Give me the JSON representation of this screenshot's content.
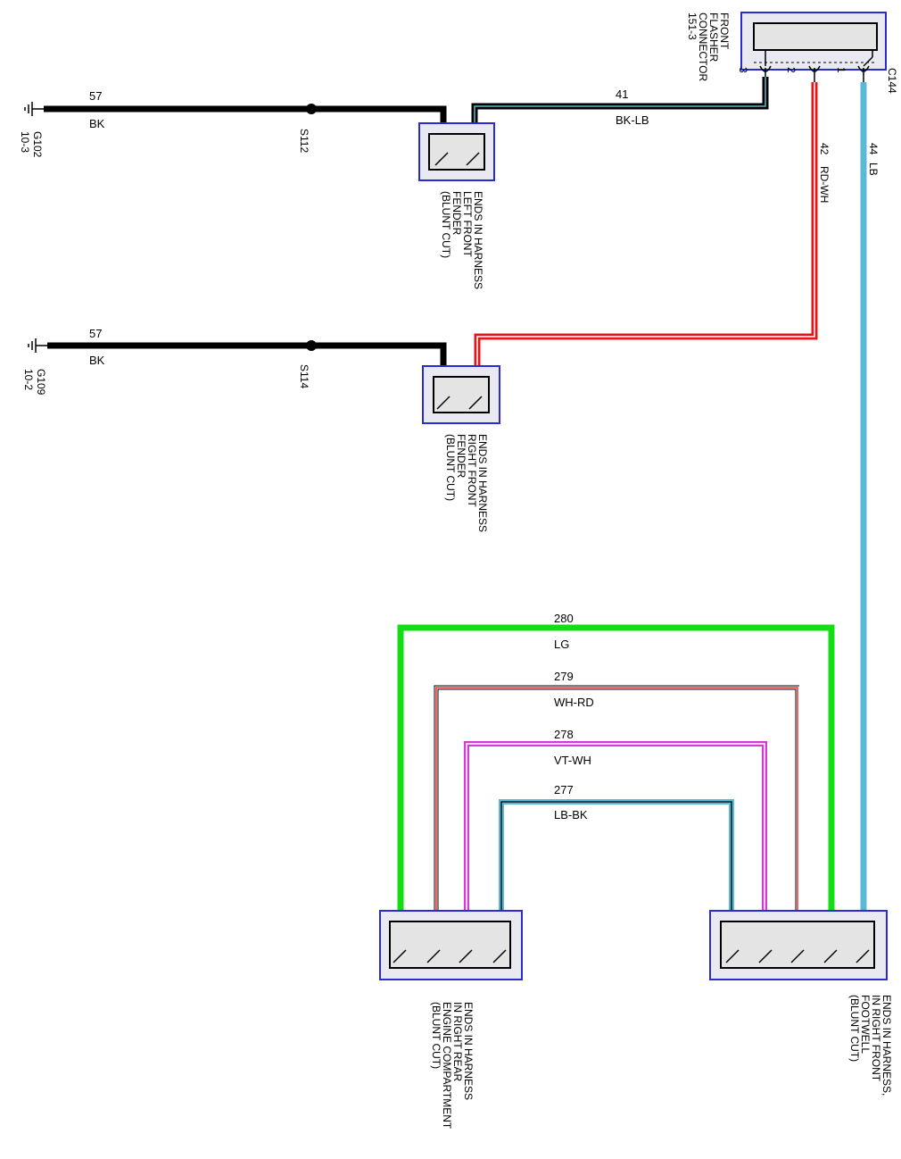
{
  "colors": {
    "BK": "#000000",
    "LB": "#5bb8d6",
    "RD": "#e01818",
    "WH": "#ffffff",
    "LG": "#14dd14",
    "VT": "#d23cd2",
    "box_border": "#2b2bd6"
  },
  "grounds": {
    "g102": {
      "id": "G102",
      "page": "10-3"
    },
    "g109": {
      "id": "G109",
      "page": "10-2"
    }
  },
  "splices": {
    "s112": "S112",
    "s114": "S114"
  },
  "connector": {
    "title_lines": [
      "FRONT",
      "FLASHER",
      "CONNECTOR",
      "151-3"
    ],
    "id": "C144",
    "pins": [
      "3",
      "2",
      "1"
    ]
  },
  "wires": {
    "w57a": {
      "circuit": "57",
      "color": "BK"
    },
    "w57b": {
      "circuit": "57",
      "color": "BK"
    },
    "w41": {
      "circuit": "41",
      "color": "BK-LB"
    },
    "w42": {
      "circuit": "42",
      "color": "RD-WH"
    },
    "w44": {
      "circuit": "44",
      "color": "LB"
    },
    "w280": {
      "circuit": "280",
      "color": "LG"
    },
    "w279": {
      "circuit": "279",
      "color": "WH-RD"
    },
    "w278": {
      "circuit": "278",
      "color": "VT-WH"
    },
    "w277": {
      "circuit": "277",
      "color": "LB-BK"
    }
  },
  "harness_ends": {
    "left_front_fender": [
      "ENDS IN HARNESS",
      "LEFT FRONT",
      "FENDER",
      "(BLUNT CUT)"
    ],
    "right_front_fender": [
      "ENDS IN HARNESS",
      "RIGHT FRONT",
      "FENDER",
      "(BLUNT CUT)"
    ],
    "right_rear_engine": [
      "ENDS IN HARNESS",
      "IN RIGHT REAR",
      "ENGINE COMPARTMENT",
      "(BLUNT CUT)"
    ],
    "right_front_footwell": [
      "ENDS IN HARNESS,",
      "IN RIGHT FRONT",
      "FOOTWELL",
      "(BLUNT CUT)"
    ]
  }
}
